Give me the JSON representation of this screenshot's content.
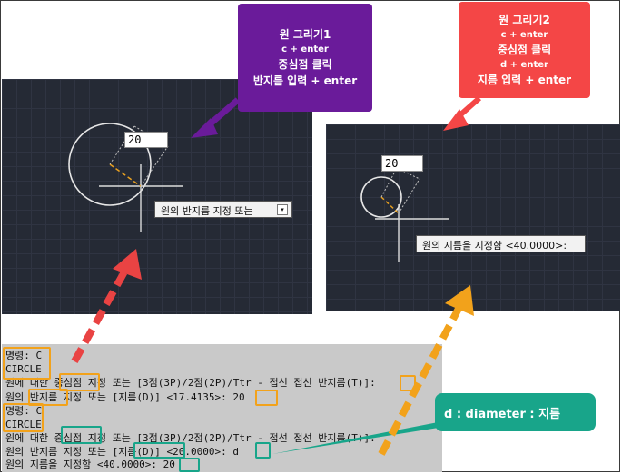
{
  "callout_left": {
    "line1": "원 그리기1",
    "line2": "c + enter",
    "line3": "중심점 클릭",
    "line4": "반지름 입력 + enter",
    "color": "#6a1b9a"
  },
  "callout_right": {
    "line1": "원 그리기2",
    "line2": "c + enter",
    "line3": "중심점 클릭",
    "line4": "d + enter",
    "line5": "지름 입력 + enter",
    "color": "#f44646"
  },
  "viewport_left": {
    "input_value": "20",
    "tooltip": "원의 반지름 지정 또는",
    "tooltip_icon": "dropdown-icon"
  },
  "viewport_right": {
    "input_value": "20",
    "tooltip": "원의 지름을 지정함 <40.0000>:"
  },
  "command_lines": [
    "명령: C",
    "CIRCLE",
    "원에 대한 중심점 지정 또는 [3점(3P)/2점(2P)/Ttr - 접선 접선 반지름(T)]:",
    "원의 반지름 지정 또는 [지름(D)] <17.4135>: 20",
    "명령: C",
    "CIRCLE",
    "원에 대한 중심점 지정 또는 [3점(3P)/2점(2P)/Ttr - 접선 접선 반지름(T)]:",
    "원의 반지름 지정 또는 [지름(D)] <20.0000>: d",
    "원의 지름을 지정함 <40.0000>: 20"
  ],
  "note": {
    "text": "d : diameter : 지름",
    "color": "#18a58a"
  },
  "colors": {
    "viewport_bg": "#252a35",
    "command_bg": "#c9c9c9",
    "highlight_orange": "#f2a21b",
    "highlight_teal": "#18a58a",
    "arrow_red": "#e94343"
  }
}
